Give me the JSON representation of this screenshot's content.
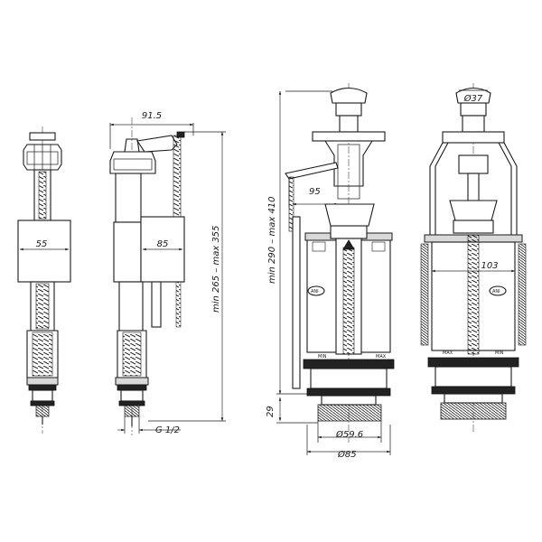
{
  "dimensions": {
    "float_width_1": "55",
    "valve_width": "91.5",
    "float_width_2": "85",
    "thread": "G 1/2",
    "fill_valve_height": "min 265 – max 355",
    "flush_valve_height": "min 290 – max 410",
    "lever_offset": "95",
    "base_height": "29",
    "thread_diameter": "Ø59.6",
    "flange_diameter": "Ø85",
    "button_diameter": "Ø37",
    "shell_width": "103"
  },
  "labels": {
    "logo": "ANI",
    "min": "MIN",
    "max": "MAX"
  }
}
